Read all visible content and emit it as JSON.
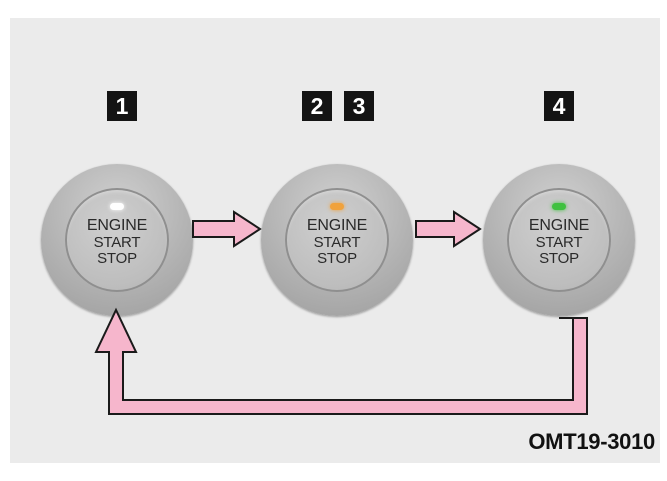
{
  "figure_code": "OMT19-3010",
  "badges": [
    "1",
    "2",
    "3",
    "4"
  ],
  "buttons": [
    {
      "line1": "ENGINE",
      "line2": "START",
      "line3": "STOP",
      "indicator_color": "#ffffff"
    },
    {
      "line1": "ENGINE",
      "line2": "START",
      "line3": "STOP",
      "indicator_color": "#f0a23c"
    },
    {
      "line1": "ENGINE",
      "line2": "START",
      "line3": "STOP",
      "indicator_color": "#3fc13f"
    }
  ],
  "colors": {
    "arrow_fill": "#f6b6cc",
    "arrow_outline": "#1a1a1a",
    "panel_background": "#ebebeb"
  }
}
